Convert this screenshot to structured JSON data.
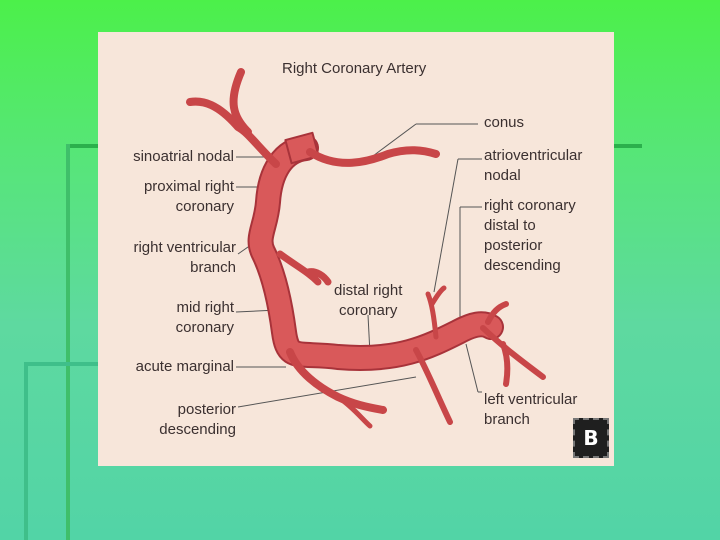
{
  "colors": {
    "background_top": "#4cf04a",
    "background_bottom": "#52d4a6",
    "panel": "#f7e6da",
    "artery": "#d9595a",
    "artery_edge": "#a8333a",
    "leader_line": "#555555",
    "label_text": "#3b3030"
  },
  "diagram": {
    "title": "Right Coronary Artery",
    "labels": {
      "sinoatrial_nodal": "sinoatrial nodal",
      "proximal_right_coronary": "proximal right\ncoronary",
      "right_ventricular_branch": "right ventricular\nbranch",
      "mid_right_coronary": "mid right\ncoronary",
      "acute_marginal": "acute marginal",
      "posterior_descending": "posterior\ndescending",
      "conus": "conus",
      "atrioventricular_nodal": "atrioventricular\nnodal",
      "right_coronary_distal": "right coronary\ndistal to\nposterior\ndescending",
      "distal_right_coronary": "distal right\ncoronary",
      "left_ventricular_branch": "left ventricular\nbranch"
    },
    "figure_badge": "B"
  }
}
